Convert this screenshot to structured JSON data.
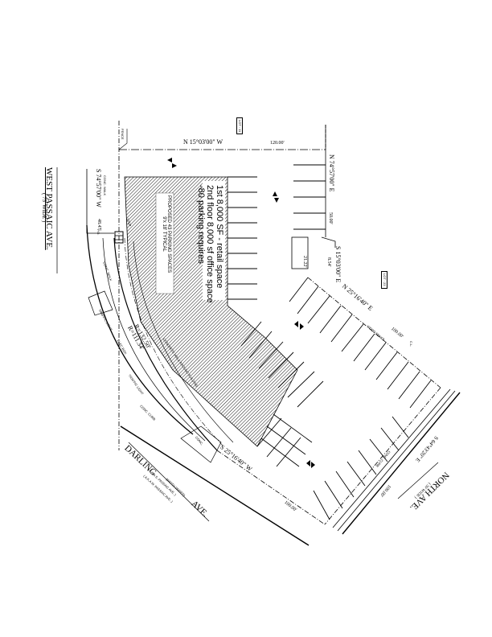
{
  "drawing": {
    "type": "site plan",
    "orientation": "rotated 90deg clockwise",
    "colors": {
      "line": "#000000",
      "background": "#ffffff",
      "hatch": "#000000"
    }
  },
  "streets": {
    "west_passaic": {
      "name": "WEST PASSAIC AVE.",
      "width": "( 75' WIDE )"
    },
    "darling": {
      "name_part1": "DARLING",
      "width_note": "(WIDTH VARIES)",
      "name_part2": "AVE.",
      "aka1": "( A.K.A S. PASSAIC AVE. )",
      "aka2": "( A.K.A W. PASSAIC AVE. )"
    },
    "north": {
      "name": "NORTH   AVE.",
      "width": "( 50' WIDE )"
    }
  },
  "bearings": {
    "top": {
      "bearing": "N 15°03'00\" W",
      "distance": "120.00'"
    },
    "right_top": {
      "bearing": "N 74°57'00\" E",
      "distance": "50.00'"
    },
    "jog": {
      "bearing": "S 15°03'00\" E",
      "distance": "8.54'"
    },
    "jog_len": "21.22'",
    "right_diag": {
      "bearing": "N 25°16'40\" E",
      "distance": "100.00'"
    },
    "north_ave": {
      "bearing": "S 64°43'20\" E",
      "distance": "100.00'"
    },
    "darling": {
      "bearing": "S 25°16'40\" W",
      "distance": "100.00'"
    },
    "left": {
      "bearing": "S 74°57'00\" W",
      "distance": "48.47'"
    }
  },
  "curve": {
    "r1": "R=132.50'",
    "r2": "R=111.34'"
  },
  "lots": {
    "lot_top": "LOT : 11",
    "lot_right": "LOT : 23"
  },
  "building_notes": {
    "line1": "1st 8,000 SF - retail space",
    "line2": "2nd floor 8,000 sf office space",
    "line3": "-80 parking requires"
  },
  "parking_note": {
    "line1": "PROPOSED 43 PARKING SPACES",
    "line2": "9'x 18' TYPICAL"
  },
  "small_labels": {
    "conc_walk_1": "CONC. WALK",
    "conc_walk_2": "CONC. WALK",
    "conc_walk_3": "CONC. WALK",
    "conc_curb": "CONC. CURB",
    "conc_curb_2": "CONC. CURB",
    "conc": "CONC.",
    "traffic_light": "TRAFFIC LIGHT",
    "traffic_light_2": "TRAFFIC LIGHT",
    "fence": "FENCE",
    "wood_fence": "WOOD FENCE",
    "step": "STEP",
    "sign": "SIGN",
    "elec_box": "ELEC BOX",
    "concrete_walk_bldg": "CONCRETE WALK AROUND BUILDING",
    "cl": "C.L.",
    "pole": "P.O."
  }
}
